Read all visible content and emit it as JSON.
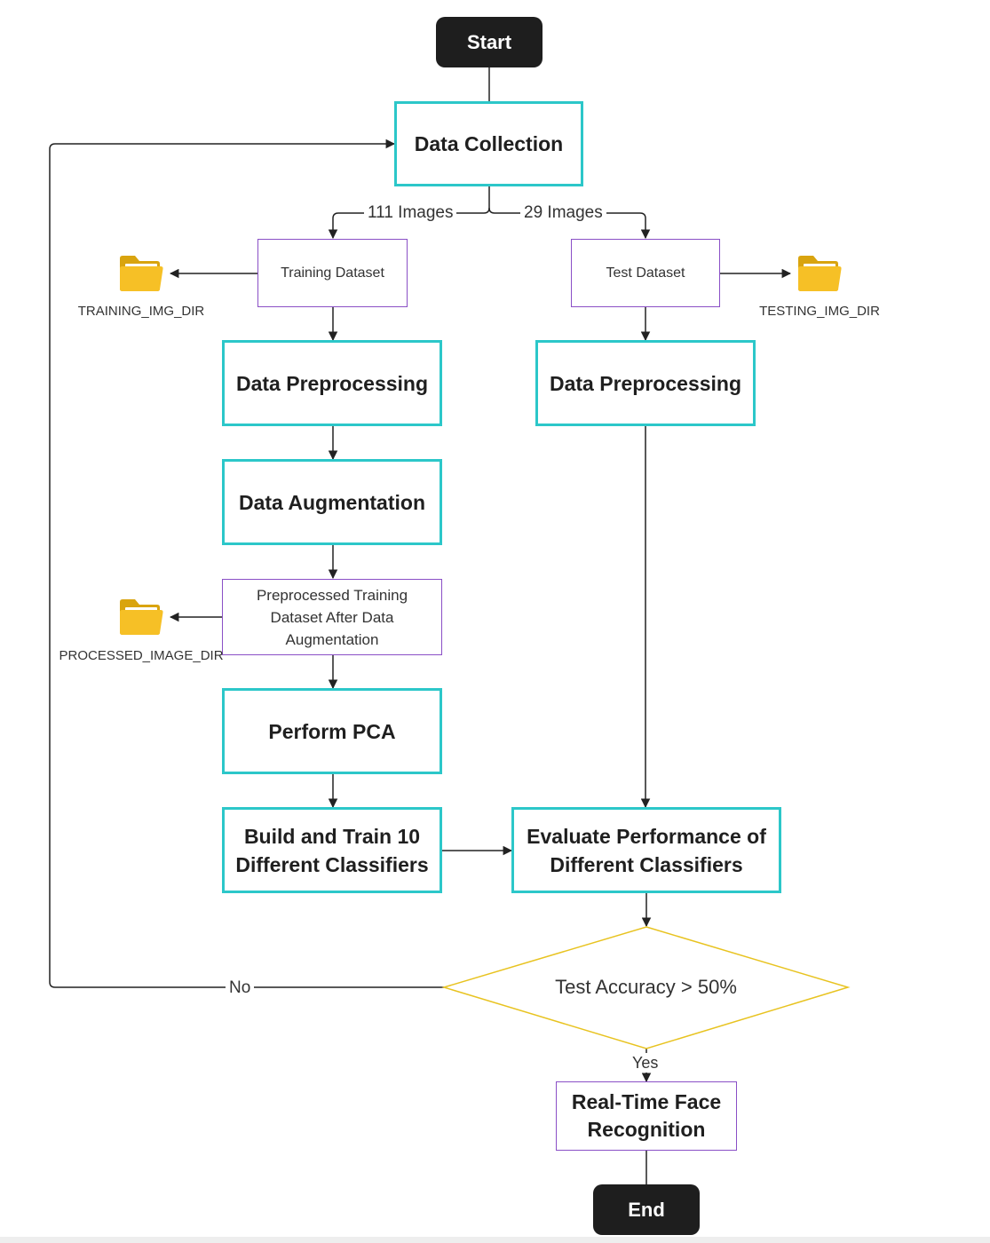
{
  "nodes": {
    "start": "Start",
    "data_collection": "Data Collection",
    "training_dataset": "Training Dataset",
    "test_dataset": "Test Dataset",
    "train_preprocessing": "Data Preprocessing",
    "test_preprocessing": "Data Preprocessing",
    "data_augmentation": "Data Augmentation",
    "preprocessed_dataset": "Preprocessed Training Dataset After Data Augmentation",
    "perform_pca": "Perform PCA",
    "build_train": "Build and Train 10 Different Classifiers",
    "evaluate": "Evaluate Performance of Different Classifiers",
    "decision": "Test Accuracy > 50%",
    "face_recognition": "Real-Time Face Recognition",
    "end": "End"
  },
  "edge_labels": {
    "train_split": "111 Images",
    "test_split": "29 Images",
    "no": "No",
    "yes": "Yes"
  },
  "directories": {
    "training": "TRAINING_IMG_DIR",
    "testing": "TESTING_IMG_DIR",
    "processed": "PROCESSED_IMAGE_DIR"
  },
  "colors": {
    "process_border": "#2cc7c9",
    "data_border": "#8a4fc6",
    "decision_border": "#e8c320",
    "terminal_fill": "#1e1e1e",
    "folder": "#f6c026"
  },
  "icons": [
    "folder-icon"
  ]
}
